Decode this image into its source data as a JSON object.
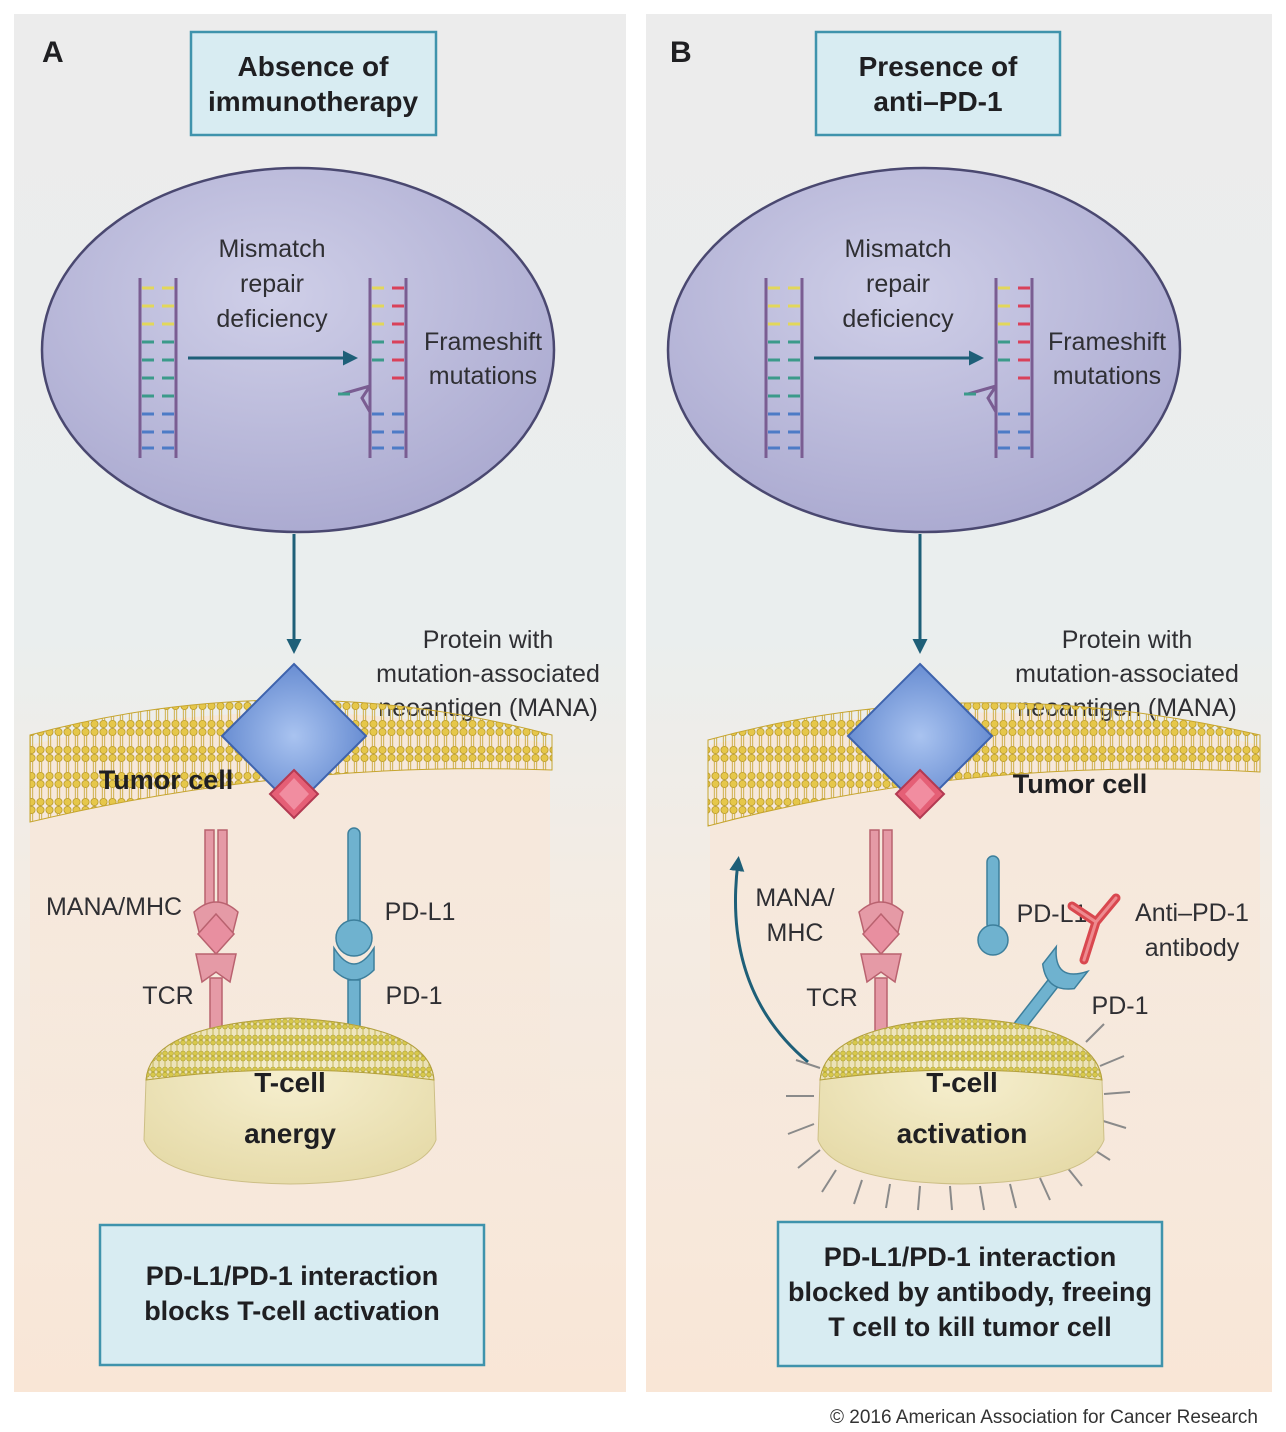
{
  "copyright": "© 2016 American Association for Cancer Research",
  "colors": {
    "panel_top": "#ededed",
    "panel_bottom": "#f8e8dc",
    "title_box_fill": "#d8ecf2",
    "title_box_stroke": "#3f93ac",
    "nucleus_fill": "#b9b8d9",
    "nucleus_stroke": "#4a4870",
    "arrow": "#1e5f78",
    "membrane": "#e6c74a",
    "tcell_fill": "#efe4b8",
    "tcr": "#e59aa6",
    "pd": "#6fb2cf",
    "antibody": "#d9484f",
    "mana_diamond": "#5b83cc",
    "mana_small": "#e05a72"
  },
  "panels": {
    "a": {
      "letter": "A",
      "title_line1": "Absence of",
      "title_line2": "immunotherapy",
      "mismatch_line1": "Mismatch",
      "mismatch_line2": "repair",
      "mismatch_line3": "deficiency",
      "frameshift_line1": "Frameshift",
      "frameshift_line2": "mutations",
      "protein_line1": "Protein with",
      "protein_line2": "mutation-associated",
      "protein_line3": "neoantigen (MANA)",
      "tumor_cell": "Tumor cell",
      "mana_mhc": "MANA/MHC",
      "tcr": "TCR",
      "pdl1": "PD-L1",
      "pd1": "PD-1",
      "tcell_line1": "T-cell",
      "tcell_line2": "anergy",
      "box_line1": "PD-L1/PD-1 interaction",
      "box_line2": "blocks T-cell activation"
    },
    "b": {
      "letter": "B",
      "title_line1": "Presence of",
      "title_line2": "anti–PD-1",
      "mismatch_line1": "Mismatch",
      "mismatch_line2": "repair",
      "mismatch_line3": "deficiency",
      "frameshift_line1": "Frameshift",
      "frameshift_line2": "mutations",
      "protein_line1": "Protein with",
      "protein_line2": "mutation-associated",
      "protein_line3": "neoantigen (MANA)",
      "tumor_cell": "Tumor cell",
      "mana_line1": "MANA/",
      "mana_line2": "MHC",
      "tcr": "TCR",
      "pdl1": "PD-L1",
      "pd1": "PD-1",
      "antibody_line1": "Anti–PD-1",
      "antibody_line2": "antibody",
      "tcell_line1": "T-cell",
      "tcell_line2": "activation",
      "box_line1": "PD-L1/PD-1 interaction",
      "box_line2": "blocked by antibody, freeing",
      "box_line3": "T cell to kill tumor cell"
    }
  }
}
